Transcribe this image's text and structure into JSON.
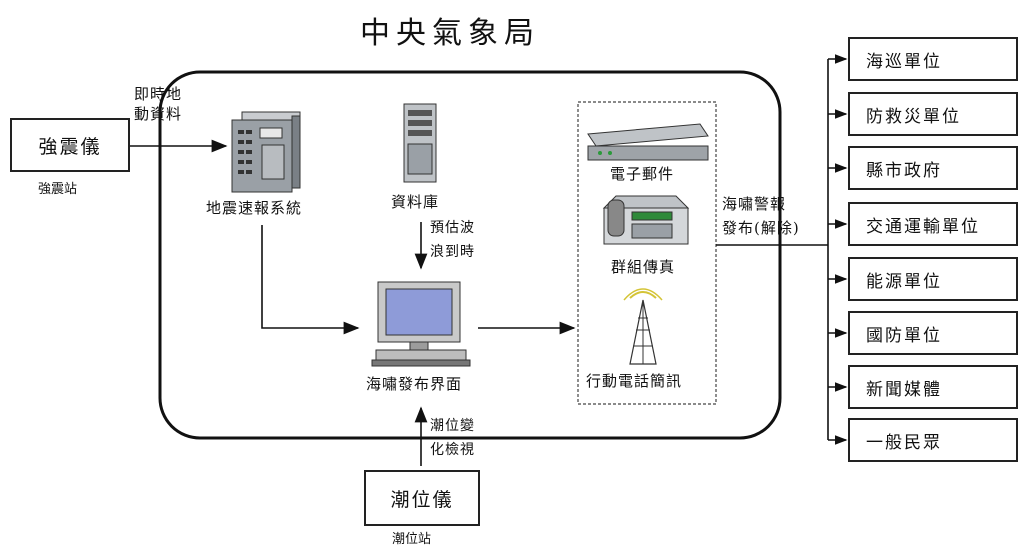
{
  "title": "中央氣象局",
  "seismometer": {
    "label": "強震儀",
    "station": "強震站"
  },
  "tide_gauge": {
    "label": "潮位儀",
    "station": "潮位站"
  },
  "labels": {
    "realtime_line1": "即時地",
    "realtime_line2": "動資料",
    "eew_system": "地震速報系統",
    "database": "資料庫",
    "wave_arrival_line1": "預估波",
    "wave_arrival_line2": "浪到時",
    "interface": "海嘯發布界面",
    "tide_change_line1": "潮位變",
    "tide_change_line2": "化檢視",
    "email": "電子郵件",
    "fax": "群組傳真",
    "sms": "行動電話簡訊",
    "release_line1": "海嘯警報",
    "release_line2": "發布(解除)"
  },
  "recipients": [
    "海巡單位",
    "防救災單位",
    "縣市政府",
    "交通運輸單位",
    "能源單位",
    "國防單位",
    "新聞媒體",
    "一般民眾"
  ]
}
